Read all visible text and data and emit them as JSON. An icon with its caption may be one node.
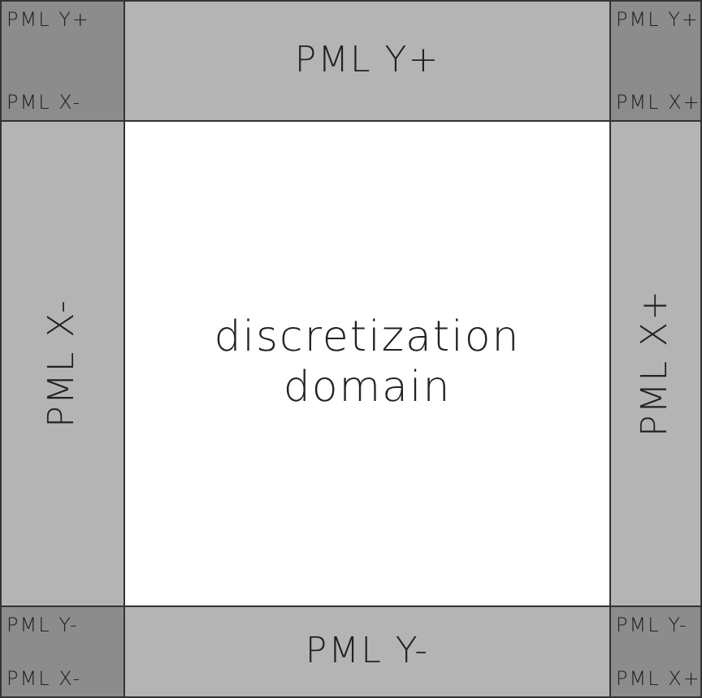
{
  "diagram": {
    "nodes": [
      {
        "text": [
          "PML Y+",
          "PML X-"
        ]
      },
      {
        "text": [
          "PML Y+"
        ]
      },
      {
        "text": [
          "PML Y+",
          "PML X+"
        ]
      },
      {
        "text": [
          "PML X-"
        ]
      },
      {
        "text": [
          "discretization domain"
        ]
      },
      {
        "text": [
          "PML X+"
        ]
      },
      {
        "text": [
          "PML Y-",
          "PML X-"
        ]
      },
      {
        "text": [
          "PML Y-"
        ]
      },
      {
        "text": [
          "PML Y-",
          "PML X+"
        ]
      }
    ]
  }
}
